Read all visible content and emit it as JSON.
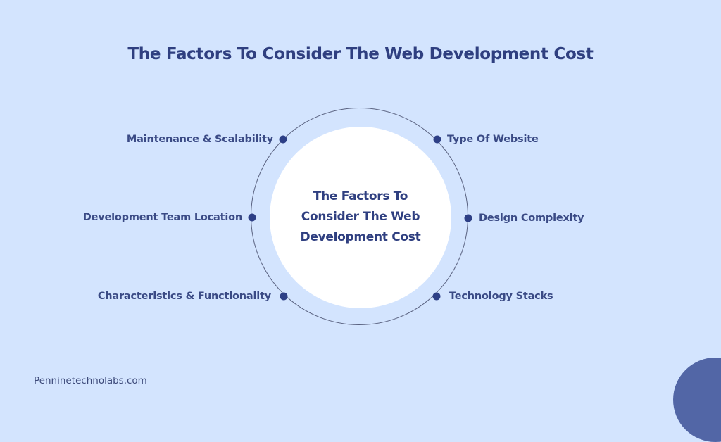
{
  "title": "The Factors To Consider The Web Development Cost",
  "center": {
    "text": "The Factors To Consider The Web Development Cost"
  },
  "factors": [
    {
      "label": "Maintenance & Scalability",
      "side": "left",
      "position": "top-left"
    },
    {
      "label": "Development Team Location",
      "side": "left",
      "position": "middle-left"
    },
    {
      "label": "Characteristics & Functionality",
      "side": "left",
      "position": "bottom-left"
    },
    {
      "label": "Type Of Website",
      "side": "right",
      "position": "top-right"
    },
    {
      "label": "Design Complexity",
      "side": "right",
      "position": "middle-right"
    },
    {
      "label": "Technology Stacks",
      "side": "right",
      "position": "bottom-right"
    }
  ],
  "footer": {
    "site": "Penninetechnolabs.com"
  },
  "colors": {
    "background": "#d3e4fe",
    "primary_text": "#2f3f80",
    "dot": "#2d3f86",
    "center_fill": "#ffffff",
    "ring_stroke": "#5a6280",
    "corner_accent": "#5266a6"
  }
}
